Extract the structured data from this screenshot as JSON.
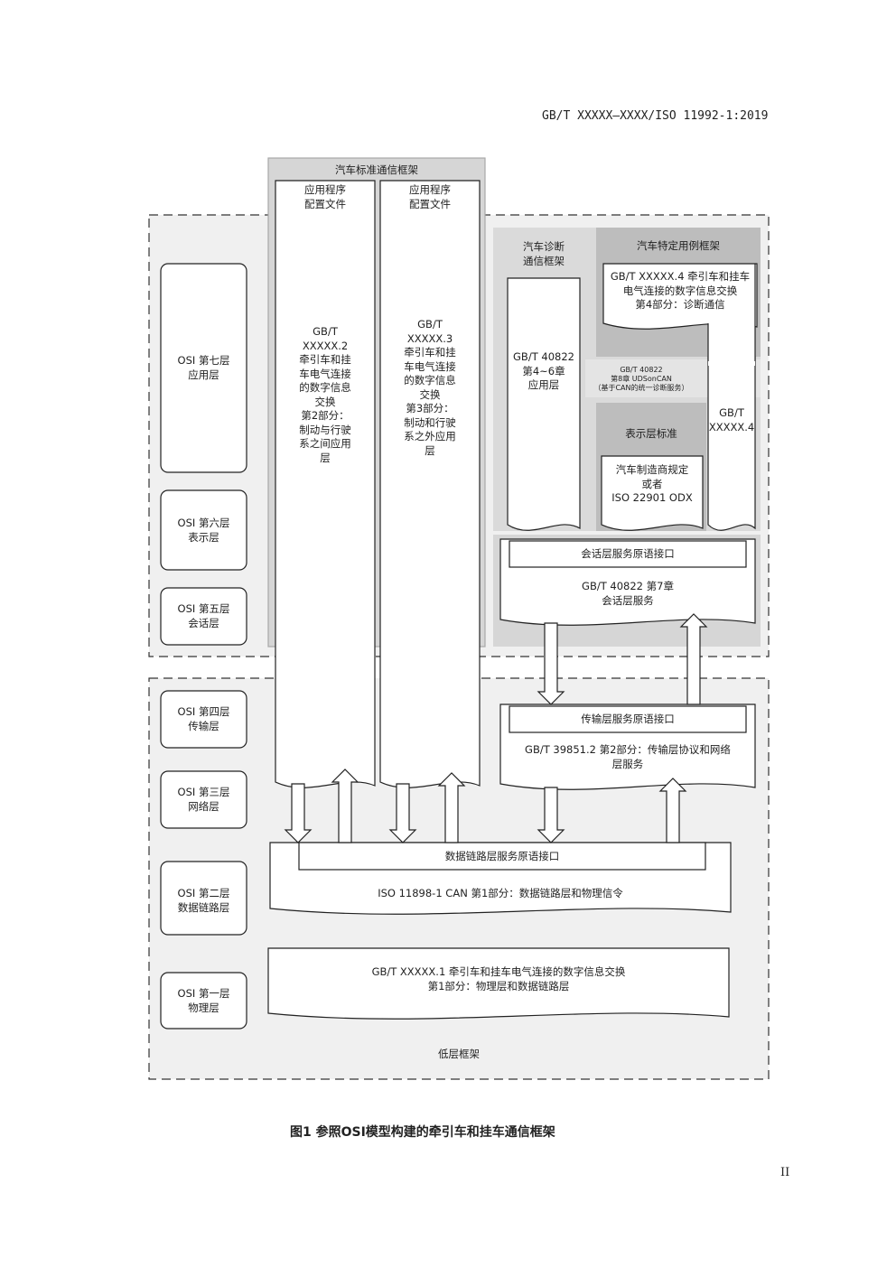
{
  "header": {
    "doc_code": "GB/T XXXXX—XXXX/ISO 11992-1:2019"
  },
  "diagram": {
    "std_frame_title": "汽车标准通信框架",
    "col1": {
      "top": "应用程序\n配置文件",
      "body": "GB/T\nXXXXX.2\n牵引车和挂\n车电气连接\n的数字信息\n交换\n第2部分：\n制动与行驶\n系之间应用\n层"
    },
    "col2": {
      "top": "应用程序\n配置文件",
      "body": "GB/T\nXXXXX.3\n牵引车和挂\n车电气连接\n的数字信息\n交换\n第3部分：\n制动和行驶\n系之外应用\n层"
    },
    "diag_frame_title": "汽车诊断\n通信框架",
    "diag_app": "GB/T 40822\n第4~6章\n应用层",
    "usecase_title": "汽车特定用例框架",
    "usecase_doc": "GB/T XXXXX.4 牵引车和挂车\n电气连接的数字信息交换\n第4部分：诊断通信",
    "uds": "GB/T 40822\n第8章 UDSonCAN\n（基于CAN的统一诊断服务）",
    "xxxxx4": "GB/T\nXXXXX.4",
    "presentation_title": "表示层标准",
    "presentation_doc": "汽车制造商规定\n或者\nISO 22901 ODX",
    "session_iface": "会话层服务原语接口",
    "session_doc": "GB/T 40822 第7章\n会话层服务",
    "transport_iface": "传输层服务原语接口",
    "transport_doc": "GB/T 39851.2 第2部分：传输层协议和网络\n层服务",
    "datalink_iface": "数据链路层服务原语接口",
    "datalink_doc": "ISO 11898-1 CAN 第1部分：数据链路层和物理信令",
    "physical_doc": "GB/T XXXXX.1 牵引车和挂车电气连接的数字信息交换\n第1部分：物理层和数据链路层",
    "lower_frame": "低层框架",
    "osi": [
      "OSI  第七层\n应用层",
      "OSI  第六层\n表示层",
      "OSI  第五层\n会话层",
      "OSI  第四层\n传输层",
      "OSI  第三层\n网络层",
      "OSI  第二层\n数据链路层",
      "OSI  第一层\n物理层"
    ]
  },
  "caption": "图1   参照OSI模型构建的牵引车和挂车通信框架",
  "page_number": "II"
}
